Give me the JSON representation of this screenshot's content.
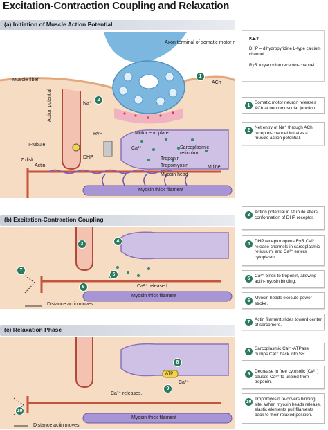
{
  "title": "Excitation-Contraction Coupling and Relaxation",
  "sections": {
    "a": "(a) Initiation of Muscle Action Potential",
    "b": "(b) Excitation-Contraction Coupling",
    "c": "(c) Relaxation Phase"
  },
  "key": {
    "title": "KEY",
    "dhp": "DHP = dihydropyridine L-type calcium channel",
    "ryr": "RyR = ryanodine receptor-channel"
  },
  "labels_a": {
    "axon": "Axon terminal of somatic motor neuron",
    "ach": "ACh",
    "muscle_fiber": "Muscle fiber",
    "na": "Na⁺",
    "action_potential": "Action potential",
    "motor_end_plate": "Motor end plate",
    "ttubule": "T-tubule",
    "ryr": "RyR",
    "ca": "Ca²⁺",
    "sr": "Sarcoplasmic reticulum",
    "zdisk": "Z disk",
    "dhp": "DHP",
    "troponin": "Troponin",
    "actin": "Actin",
    "tropomyosin": "Tropomyosin",
    "mline": "M line",
    "myosin_head": "Myosin head",
    "myosin_thick": "Myosin thick filament"
  },
  "labels_b": {
    "ca_released": "Ca²⁺ released.",
    "myosin_thick": "Myosin thick filament",
    "distance": "Distance actin moves"
  },
  "labels_c": {
    "atp": "ATP",
    "ca": "Ca²⁺",
    "ca_releases": "Ca²⁺ releases.",
    "myosin_thick": "Myosin thick filament",
    "distance": "Distance actin moves"
  },
  "steps": [
    {
      "n": "1",
      "text": "Somatic motor neuron releases ACh at neuromuscular junction."
    },
    {
      "n": "2",
      "text": "Net entry of Na⁺ through ACh receptor-channel initiates a muscle action potential."
    },
    {
      "n": "3",
      "text": "Action potential in t-tubule alters conformation of DHP receptor."
    },
    {
      "n": "4",
      "text": "DHP receptor opens RyR Ca²⁺ release channels in sarcoplasmic reticulum, and Ca²⁺ enters cytoplasm."
    },
    {
      "n": "5",
      "text": "Ca²⁺ binds to troponin, allowing actin-myosin binding."
    },
    {
      "n": "6",
      "text": "Myosin heads execute power stroke."
    },
    {
      "n": "7",
      "text": "Actin filament slides toward center of sarcomere."
    },
    {
      "n": "8",
      "text": "Sarcoplasmic Ca²⁺-ATPase pumps Ca²⁺ back into SR."
    },
    {
      "n": "9",
      "text": "Decrease in free cytosolic [Ca²⁺] causes Ca²⁺ to unbind from troponin."
    },
    {
      "n": "10",
      "text": "Tropomyosin re-covers binding site. When myosin heads release, elastic elements pull filaments back to their relaxed position."
    }
  ]
}
